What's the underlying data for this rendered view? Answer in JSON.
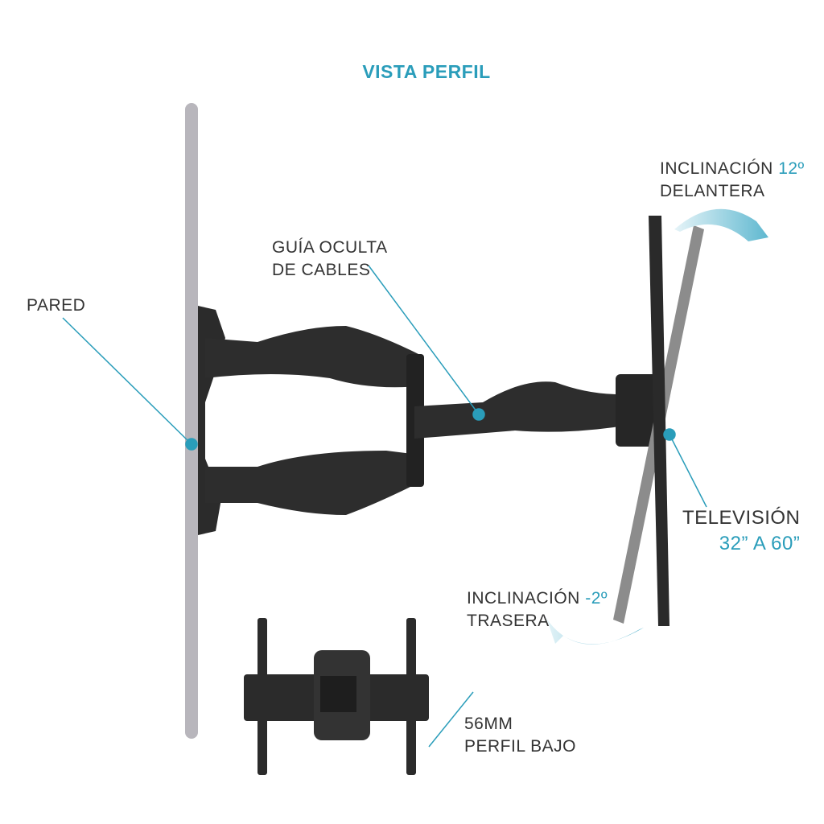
{
  "title": "VISTA PERFIL",
  "labels": {
    "tilt_forward": {
      "line1": "INCLINACIÓN",
      "value": "12º",
      "line2": "DELANTERA"
    },
    "cable_guide": {
      "line1": "GUÍA OCULTA",
      "line2": "DE CABLES"
    },
    "wall": "PARED",
    "tv": {
      "line1": "TELEVISIÓN",
      "line2": "32” A 60”"
    },
    "tilt_back": {
      "line1": "INCLINACIÓN",
      "value": "-2º",
      "line2": "TRASERA"
    },
    "profile": {
      "line1": "56MM",
      "line2": "PERFIL BAJO"
    }
  },
  "colors": {
    "accent": "#2a9dba",
    "wall": "#b8b6bc",
    "metal": "#2b2b2b"
  }
}
